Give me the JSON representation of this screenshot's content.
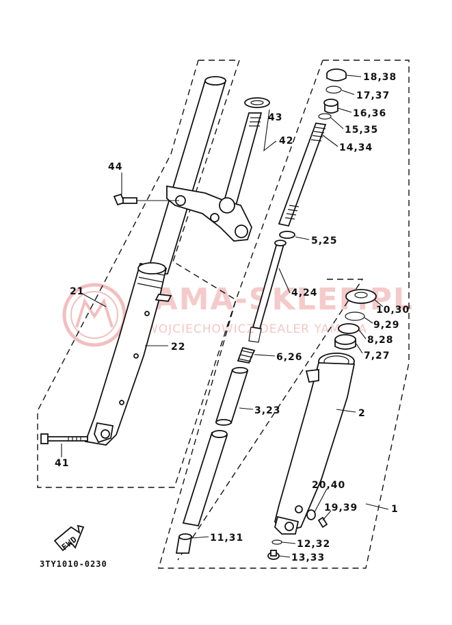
{
  "diagram": {
    "drawing_code": "3TY1010-0230",
    "fwd_label": "FWD",
    "watermark": {
      "brand": "YAMA-SKLEP.PL",
      "tagline": "WOJCIECHOWICZ DEALER YAMAHA",
      "logo_color": "#e88a8a"
    },
    "callouts": [
      {
        "id": "c-18-38",
        "text": "18,38"
      },
      {
        "id": "c-17-37",
        "text": "17,37"
      },
      {
        "id": "c-16-36",
        "text": "16,36"
      },
      {
        "id": "c-15-35",
        "text": "15,35"
      },
      {
        "id": "c-14-34",
        "text": "14,34"
      },
      {
        "id": "c-43",
        "text": "43"
      },
      {
        "id": "c-42",
        "text": "42"
      },
      {
        "id": "c-44",
        "text": "44"
      },
      {
        "id": "c-5-25",
        "text": "5,25"
      },
      {
        "id": "c-4-24",
        "text": "4,24"
      },
      {
        "id": "c-10-30",
        "text": "10,30"
      },
      {
        "id": "c-9-29",
        "text": "9,29"
      },
      {
        "id": "c-8-28",
        "text": "8,28"
      },
      {
        "id": "c-7-27",
        "text": "7,27"
      },
      {
        "id": "c-6-26",
        "text": "6,26"
      },
      {
        "id": "c-21",
        "text": "21"
      },
      {
        "id": "c-22",
        "text": "22"
      },
      {
        "id": "c-3-23",
        "text": "3,23"
      },
      {
        "id": "c-2",
        "text": "2"
      },
      {
        "id": "c-41",
        "text": "41"
      },
      {
        "id": "c-20-40",
        "text": "20,40"
      },
      {
        "id": "c-19-39",
        "text": "19,39"
      },
      {
        "id": "c-1",
        "text": "1"
      },
      {
        "id": "c-11-31",
        "text": "11,31"
      },
      {
        "id": "c-12-32",
        "text": "12,32"
      },
      {
        "id": "c-13-33",
        "text": "13,33"
      }
    ]
  }
}
